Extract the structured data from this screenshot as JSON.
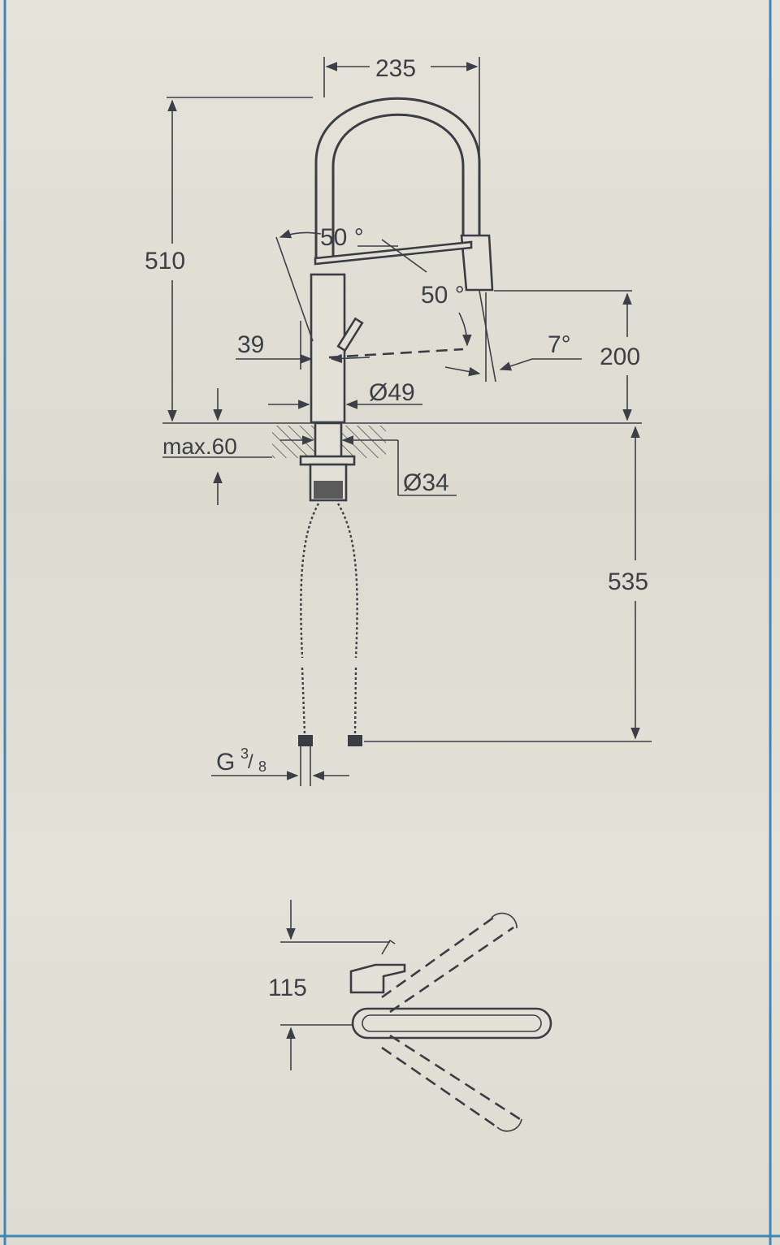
{
  "dimensions": {
    "width_235": "235",
    "height_510": "510",
    "angle_lever": "50 °",
    "angle_spout": "50 °",
    "d39": "39",
    "angle_7": "7°",
    "h200": "200",
    "dia49": "Ø49",
    "max60": "max.60",
    "dia34": "Ø34",
    "h535": "535",
    "thread_G": "G",
    "thread_num": "3",
    "thread_den": "8",
    "h115": "115"
  },
  "colors": {
    "line": "#3c3f46",
    "paper": "#e4e2d8",
    "edge_blue": "#3c86b8"
  }
}
